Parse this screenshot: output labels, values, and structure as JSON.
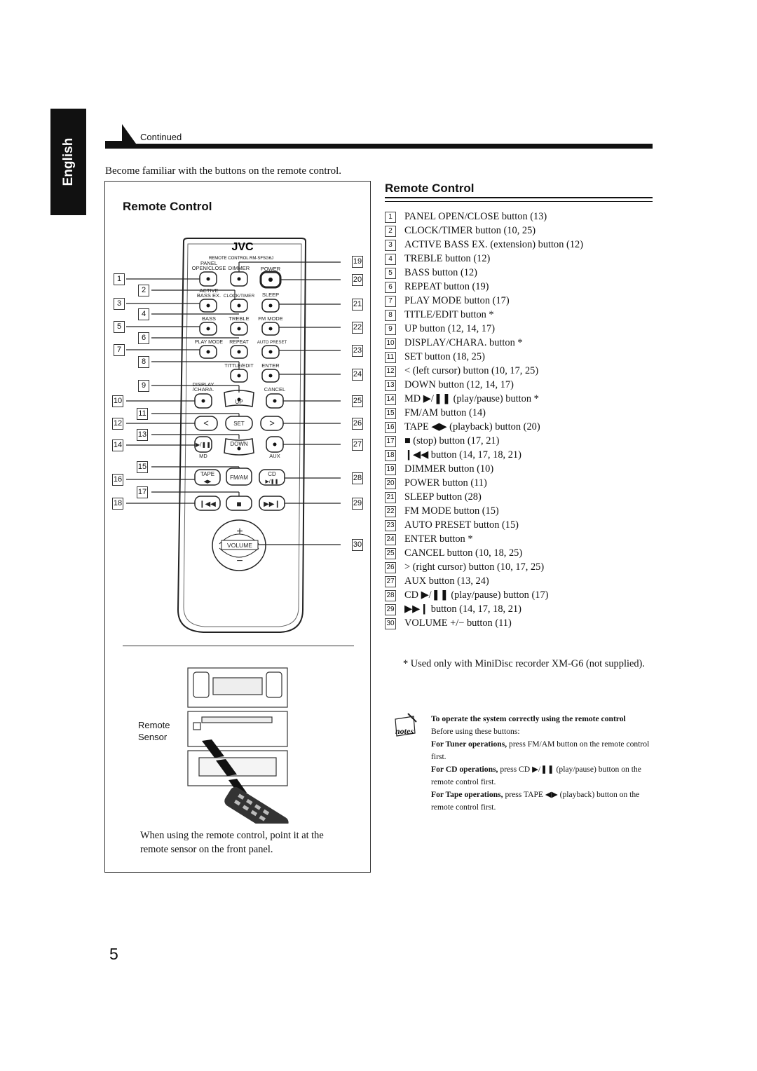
{
  "side_tab": "English",
  "continued": "Continued",
  "intro": "Become familiar with the buttons on the remote control.",
  "left_title": "Remote Control",
  "right_title": "Remote Control",
  "remote": {
    "brand": "JVC",
    "model_line": "REMOTE  CONTROL  RM-SFSG6J",
    "labels": {
      "panel": "PANEL",
      "open_close": "OPEN/CLOSE",
      "dimmer": "DIMMER",
      "power": "POWER",
      "active": "ACTIVE",
      "bass_ex": "BASS EX.",
      "clock_timer": "CLOCK/TIMER",
      "sleep": "SLEEP",
      "bass": "BASS",
      "treble": "TREBLE",
      "fm_mode": "FM  MODE",
      "play_mode": "PLAY MODE",
      "repeat": "REPEAT",
      "auto_preset": "AUTO PRESET",
      "title_edit": "TITTLE/EDIT",
      "enter": "ENTER",
      "display": "DISPLAY",
      "chara": "/CHARA.",
      "cancel": "CANCEL",
      "up": "UP",
      "set": "SET",
      "down": "DOWN",
      "md": "MD",
      "aux": "AUX",
      "tape": "TAPE",
      "fm_am": "FM/AM",
      "cd": "CD",
      "volume": "VOLUME",
      "lt": "<",
      "gt": ">",
      "plus": "+",
      "minus": "−"
    },
    "callouts_left": [
      "1",
      "2",
      "3",
      "4",
      "5",
      "6",
      "7",
      "8",
      "9",
      "10",
      "11",
      "12",
      "13",
      "14",
      "15",
      "16",
      "17",
      "18"
    ],
    "callouts_right": [
      "19",
      "20",
      "21",
      "22",
      "23",
      "24",
      "25",
      "26",
      "27",
      "28",
      "29",
      "30"
    ]
  },
  "sensor_label_1": "Remote",
  "sensor_label_2": "Sensor",
  "caption": "When using the remote control, point it at the remote sensor on the front panel.",
  "buttons": [
    {
      "n": "1",
      "text": "PANEL OPEN/CLOSE button (13)"
    },
    {
      "n": "2",
      "text": "CLOCK/TIMER button (10, 25)"
    },
    {
      "n": "3",
      "text": "ACTIVE BASS EX. (extension) button (12)"
    },
    {
      "n": "4",
      "text": "TREBLE button (12)"
    },
    {
      "n": "5",
      "text": "BASS button (12)"
    },
    {
      "n": "6",
      "text": "REPEAT button (19)"
    },
    {
      "n": "7",
      "text": "PLAY MODE button (17)"
    },
    {
      "n": "8",
      "text": "TITLE/EDIT button *"
    },
    {
      "n": "9",
      "text": "UP button (12, 14, 17)"
    },
    {
      "n": "10",
      "text": "DISPLAY/CHARA. button *"
    },
    {
      "n": "11",
      "text": "SET button (18, 25)"
    },
    {
      "n": "12",
      "text": "< (left cursor) button (10, 17, 25)"
    },
    {
      "n": "13",
      "text": "DOWN button (12, 14, 17)"
    },
    {
      "n": "14",
      "text": "MD ▶/❚❚ (play/pause) button *"
    },
    {
      "n": "15",
      "text": "FM/AM button (14)"
    },
    {
      "n": "16",
      "text": "TAPE ◀▶ (playback) button (20)"
    },
    {
      "n": "17",
      "text": "■ (stop) button (17, 21)"
    },
    {
      "n": "18",
      "text": "❙◀◀ button (14, 17, 18, 21)"
    },
    {
      "n": "19",
      "text": "DIMMER button (10)"
    },
    {
      "n": "20",
      "text": "POWER button (11)"
    },
    {
      "n": "21",
      "text": "SLEEP button (28)"
    },
    {
      "n": "22",
      "text": "FM MODE button (15)"
    },
    {
      "n": "23",
      "text": "AUTO PRESET button (15)"
    },
    {
      "n": "24",
      "text": "ENTER button *"
    },
    {
      "n": "25",
      "text": "CANCEL button (10, 18, 25)"
    },
    {
      "n": "26",
      "text": "> (right cursor) button (10, 17, 25)"
    },
    {
      "n": "27",
      "text": "AUX button (13, 24)"
    },
    {
      "n": "28",
      "text": "CD ▶/❚❚ (play/pause) button (17)"
    },
    {
      "n": "29",
      "text": "▶▶❙ button (14, 17, 18, 21)"
    },
    {
      "n": "30",
      "text": "VOLUME +/− button (11)"
    }
  ],
  "footnote": "* Used only with MiniDisc recorder XM-G6 (not supplied).",
  "notes": {
    "icon_label": "notes",
    "heading": "To operate the system correctly using the remote control",
    "line1": "Before using these buttons:",
    "tuner_bold": "For Tuner operations,",
    "tuner_rest": " press FM/AM button on the remote control first.",
    "cd_bold": "For CD operations,",
    "cd_rest": " press CD ▶/❚❚ (play/pause) button on the remote control first.",
    "tape_bold": "For Tape operations,",
    "tape_rest": " press TAPE ◀▶ (playback) button on the remote control first."
  },
  "page_number": "5"
}
